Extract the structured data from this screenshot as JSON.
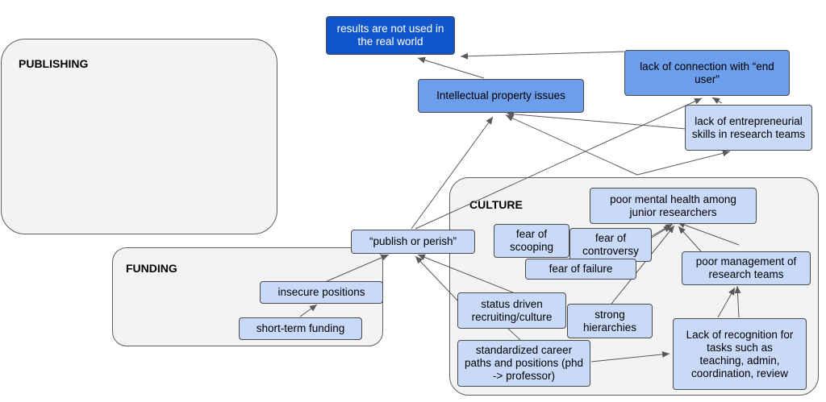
{
  "groups": {
    "publishing": "PUBLISHING",
    "culture": "CULTURE",
    "funding": "FUNDING"
  },
  "nodes": {
    "results_not_used": "results are not used in the real world",
    "lack_connection": "lack of connection with “end user”",
    "ip_issues": "Intellectual property issues",
    "lack_entrepreneurial": "lack of entrepreneurial skills in research teams",
    "poor_mental_health": "poor mental health among junior researchers",
    "publish_or_perish": "“publish or perish”",
    "fear_scooping": "fear of scooping",
    "fear_controversy": "fear of controversy",
    "fear_failure": "fear of failure",
    "poor_management": "poor management of research teams",
    "insecure_positions": "insecure positions",
    "short_term_funding": "short-term funding",
    "status_driven": "status driven recruiting/culture",
    "strong_hierarchies": "strong hierarchies",
    "standardized_career": "standardized career paths and positions (phd -> professor)",
    "lack_recognition": "Lack of recognition for tasks such as teaching, admin, coordination, review"
  },
  "colors": {
    "light_node": "#c9daf8",
    "mid_node": "#6d9eeb",
    "dark_node": "#1155cc",
    "group_fill": "#f3f3f3",
    "edge": "#595959"
  }
}
